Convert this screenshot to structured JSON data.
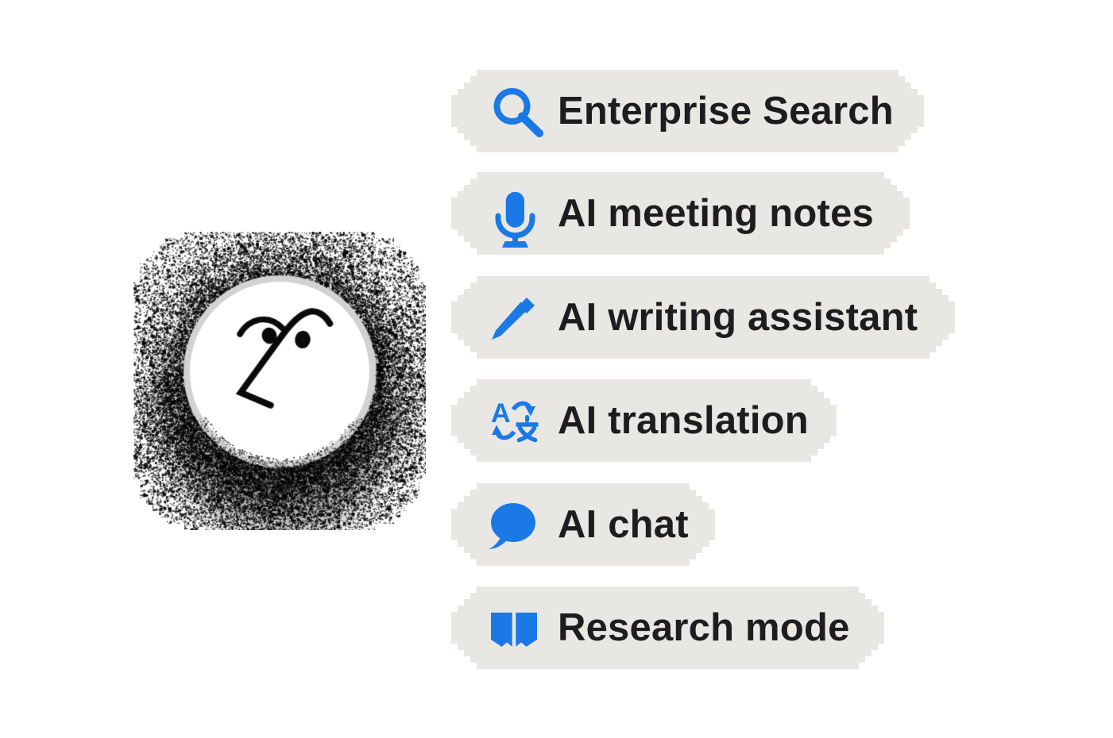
{
  "colors": {
    "background": "#ffffff",
    "pill_bg": "#e9e7e4",
    "icon_blue": "#1b79e6",
    "text": "#1d1d1f",
    "ring_gray": "#d2d2d2",
    "noise": "#000000",
    "face_stroke": "#0a0a0a",
    "circle_fill": "#ffffff"
  },
  "badge": {
    "name": "face-logo-badge",
    "description": "hand-drawn face logo on white circle with spray-paint noise halo"
  },
  "pills": [
    {
      "id": "enterprise-search",
      "icon": "search",
      "label": "Enterprise Search"
    },
    {
      "id": "ai-meeting-notes",
      "icon": "microphone",
      "label": "AI meeting notes"
    },
    {
      "id": "ai-writing-assistant",
      "icon": "pencil",
      "label": "AI writing assistant"
    },
    {
      "id": "ai-translation",
      "icon": "translate",
      "label": "AI translation"
    },
    {
      "id": "ai-chat",
      "icon": "chat-bubble",
      "label": "AI chat"
    },
    {
      "id": "research-mode",
      "icon": "open-book",
      "label": "Research mode"
    }
  ]
}
